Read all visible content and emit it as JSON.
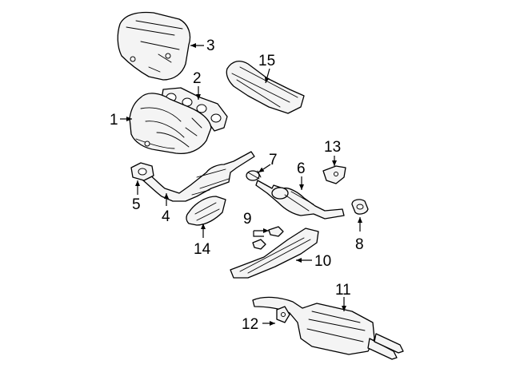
{
  "callouts": {
    "c1": "1",
    "c2": "2",
    "c3": "3",
    "c4": "4",
    "c5": "5",
    "c6": "6",
    "c7": "7",
    "c8": "8",
    "c9": "9",
    "c10": "10",
    "c11": "11",
    "c12": "12",
    "c13": "13",
    "c14": "14",
    "c15": "15"
  },
  "colors": {
    "line": "#000000",
    "part_fill": "#f4f4f4",
    "background": "#ffffff"
  }
}
